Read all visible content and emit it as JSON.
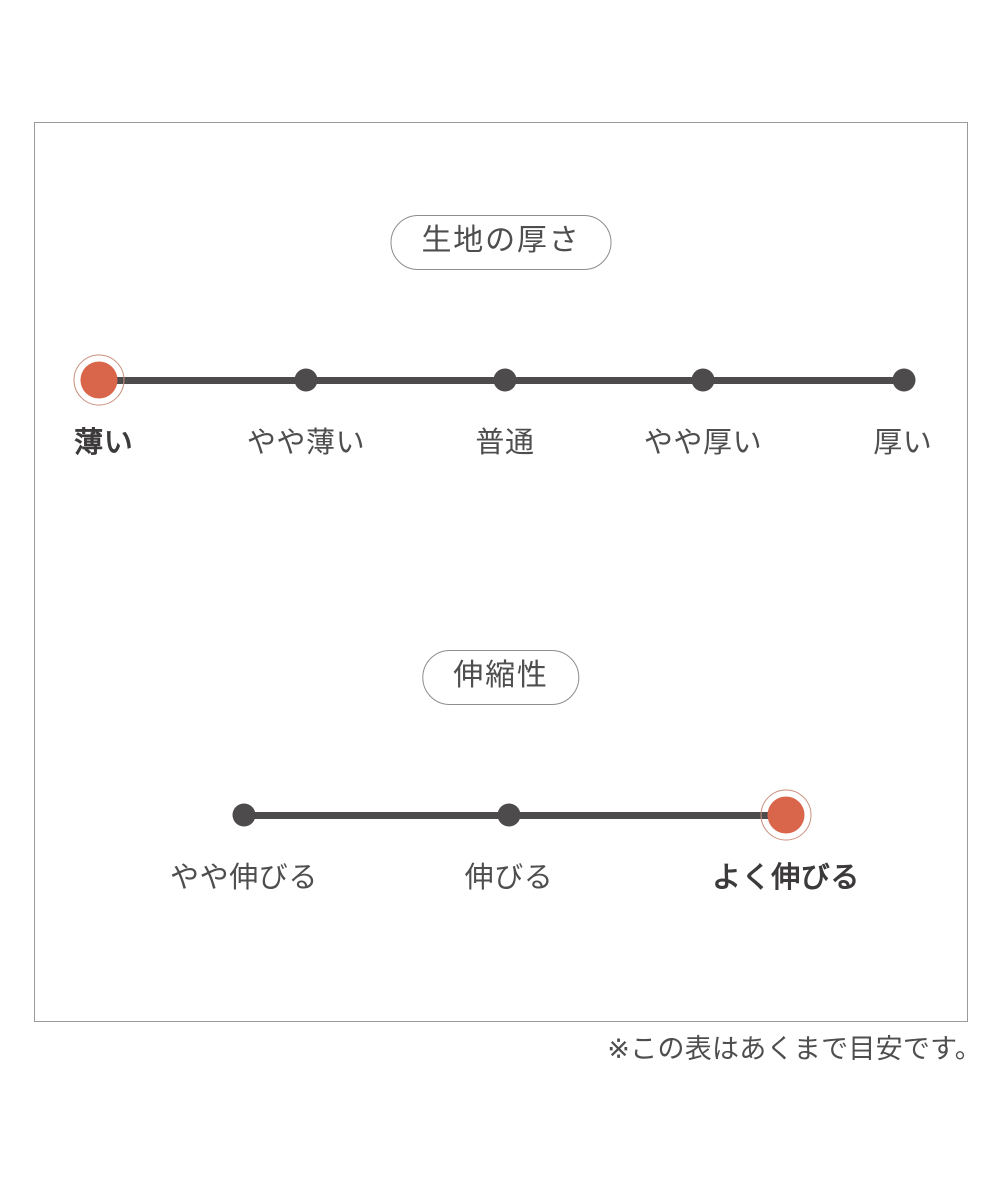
{
  "footnote": "※この表はあくまで目安です。",
  "colors": {
    "active_dot": "#d9654a",
    "active_ring": "#c9907f",
    "inactive_dot": "#4d4b4c",
    "track": "#4d4b4c",
    "card_border": "#9a9a9a",
    "text": "#4e4e4e"
  },
  "sections": [
    {
      "title": "生地の厚さ",
      "selected_index": 0,
      "labels": [
        "薄い",
        "やや薄い",
        "普通",
        "やや厚い",
        "厚い"
      ]
    },
    {
      "title": "伸縮性",
      "selected_index": 2,
      "labels": [
        "やや伸びる",
        "伸びる",
        "よく伸びる"
      ]
    }
  ],
  "chart_data": {
    "type": "table",
    "title": "生地の厚さ・伸縮性",
    "annotations": [
      "※この表はあくまで目安です。"
    ],
    "scales": [
      {
        "name": "生地の厚さ",
        "categories": [
          "薄い",
          "やや薄い",
          "普通",
          "やや厚い",
          "厚い"
        ],
        "values": [
          1,
          0,
          0,
          0,
          0
        ],
        "selected": "薄い",
        "selected_index": 0,
        "n_points": 5
      },
      {
        "name": "伸縮性",
        "categories": [
          "やや伸びる",
          "伸びる",
          "よく伸びる"
        ],
        "values": [
          0,
          0,
          1
        ],
        "selected": "よく伸びる",
        "selected_index": 2,
        "n_points": 3
      }
    ]
  }
}
